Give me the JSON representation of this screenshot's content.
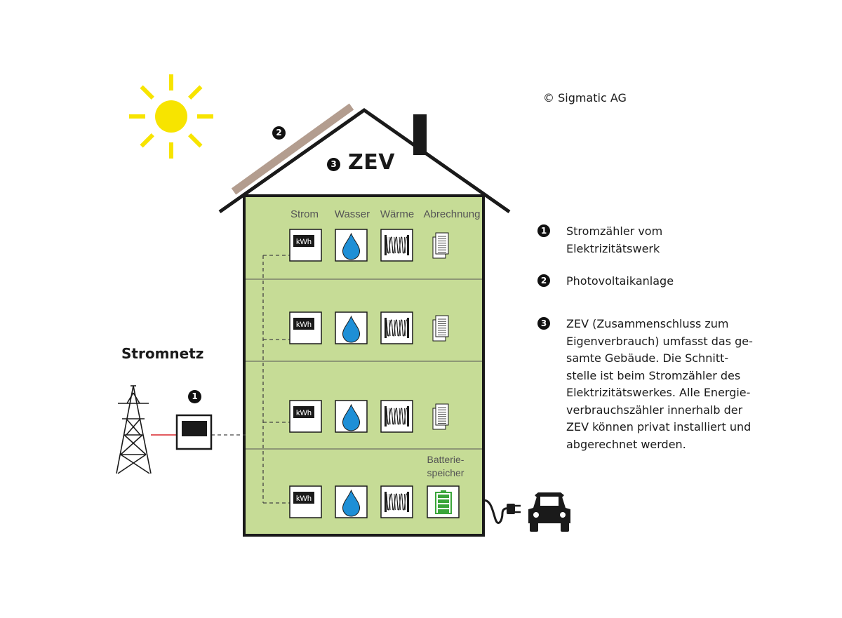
{
  "copyright": "© Sigmatic AG",
  "house_label": {
    "number": "3",
    "text": "ZEV"
  },
  "solar_label": {
    "number": "2"
  },
  "grid": {
    "title": "Stromnetz",
    "meter_number": "1"
  },
  "columns": [
    "Strom",
    "Wasser",
    "Wärme",
    "Abrechnung"
  ],
  "battery_label": [
    "Batterie-",
    "speicher"
  ],
  "meter_text": "kWh",
  "legend": [
    {
      "number": "1",
      "lines": [
        "Stromzähler vom",
        "Elektrizitätswerk"
      ]
    },
    {
      "number": "2",
      "lines": [
        "Photovoltaikanlage"
      ]
    },
    {
      "number": "3",
      "lines": [
        "ZEV (Zusammenschluss zum",
        "Eigenverbrauch) umfasst das ge-",
        "samte Gebäude. Die Schnitt-",
        "stelle ist beim Stromzähler des",
        "Elektrizitätswerkes. Alle Energie-",
        "verbrauchszähler innerhalb der",
        "ZEV können privat installiert und",
        "abgerechnet werden."
      ]
    }
  ],
  "icons": {
    "sun": "sun-icon",
    "pylon": "power-pylon-icon",
    "meter": "electricity-meter-icon",
    "water": "water-drop-icon",
    "heat": "radiator-icon",
    "billing": "documents-icon",
    "battery": "battery-icon",
    "plug": "plug-icon",
    "car": "car-icon"
  },
  "colors": {
    "facade": "#c6dc96",
    "sun": "#f7e400",
    "solar_panel": "#b39d8f",
    "battery": "#3aa53a",
    "grid_line": "#d9262b",
    "outline": "#1a1a1a"
  }
}
